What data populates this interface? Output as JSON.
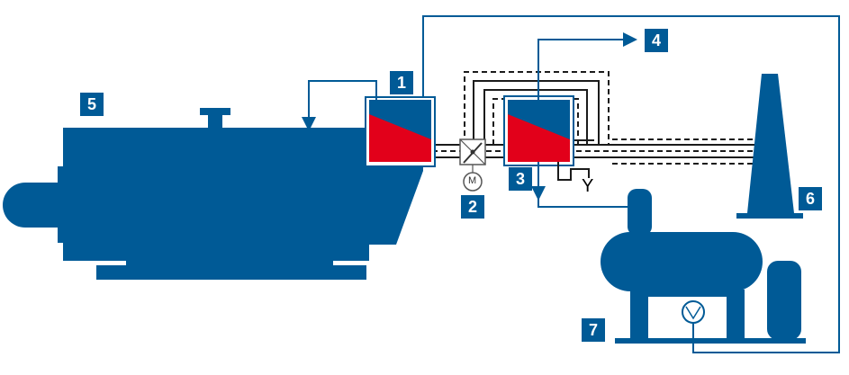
{
  "colors": {
    "equipment_blue": "#005a96",
    "hot_red": "#e2001a",
    "line": "#1b1b1b"
  },
  "labels": {
    "economizer": "1",
    "damper": "2",
    "condenser": "3",
    "water_inlet": "4",
    "boiler": "5",
    "chimney": "6",
    "deaerator": "7"
  },
  "symbols": {
    "motor": "M",
    "drain": "Y"
  },
  "icons": [
    "motor-icon",
    "pump-icon",
    "arrow-icon",
    "damper-icon"
  ]
}
